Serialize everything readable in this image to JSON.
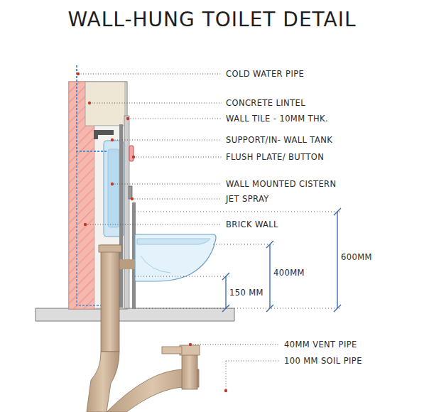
{
  "diagram": {
    "title": "WALL-HUNG TOILET DETAIL",
    "labels": [
      "COLD WATER PIPE",
      "CONCRETE LINTEL",
      "WALL TILE - 10MM THK.",
      "SUPPORT/IN- WALL TANK",
      "FLUSH PLATE/ BUTTON",
      "WALL MOUNTED CISTERN",
      "JET SPRAY",
      "BRICK WALL",
      "600MM",
      "400MM",
      "150 MM",
      "40MM VENT PIPE",
      "100 MM SOIL PIPE"
    ]
  }
}
